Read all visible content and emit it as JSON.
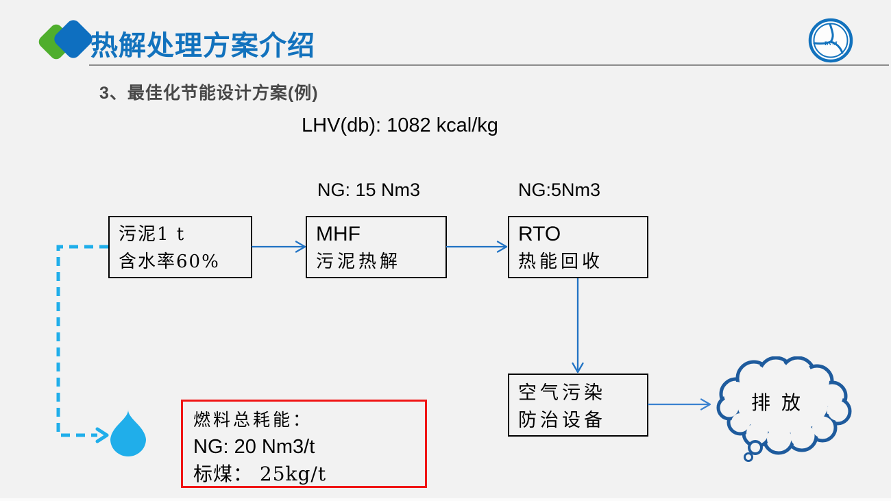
{
  "slide": {
    "title": "热解处理方案介绍",
    "subtitle": "3、最佳化节能设计方案(例)",
    "lhv_text": "LHV(db): 1082 kcal/kg",
    "logo_text": "BVM"
  },
  "diagram": {
    "ng_mhf": "NG: 15 Nm3",
    "ng_rto": "NG:5Nm3",
    "boxes": {
      "sludge": {
        "line1": "污泥1 t",
        "line2": "含水率60%"
      },
      "mhf": {
        "line1": "MHF",
        "line2": "污泥热解"
      },
      "rto": {
        "line1": "RTO",
        "line2": "热能回收"
      },
      "apc": {
        "line1": "空气污染",
        "line2": "防治设备"
      }
    },
    "cloud_label": "排放"
  },
  "fuel_summary": {
    "line1": "燃料总耗能：",
    "line2": "NG: 20 Nm3/t",
    "line3": "标煤： 25kg/t"
  },
  "colors": {
    "title_blue": "#1272bd",
    "diamond_green": "#4fae2d",
    "diamond_blue": "#0e6fc0",
    "arrow_blue": "#2173c4",
    "dash_cyan": "#20aeea",
    "drop_cyan": "#20aeea",
    "cloud_outline": "#1e5b9d",
    "fuel_box_red": "#f01515",
    "subtitle_gray": "#474747",
    "background": "#f2f2f2"
  }
}
